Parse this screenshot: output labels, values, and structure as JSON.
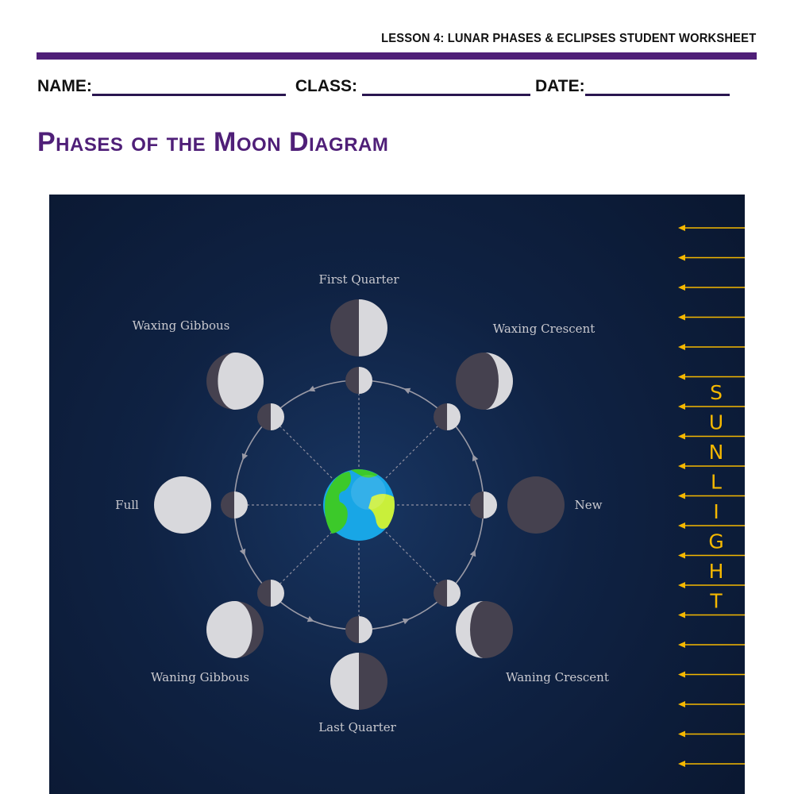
{
  "header": {
    "title": "LESSON 4: LUNAR PHASES & ECLIPSES STUDENT WORKSHEET"
  },
  "fields": {
    "name_label": "NAME:",
    "class_label": "CLASS:",
    "date_label": "DATE:"
  },
  "page_title": "Phases of the Moon Diagram",
  "diagram": {
    "sunlight_letters": [
      "S",
      "U",
      "N",
      "L",
      "I",
      "G",
      "H",
      "T"
    ],
    "colors": {
      "lit": "#d8d8dc",
      "dark": "#45414f",
      "sun": "#f5b800",
      "accent": "#4f1f78"
    },
    "phases": [
      {
        "label": "New",
        "illumination": 0,
        "lit_side": "right"
      },
      {
        "label": "Waxing Crescent",
        "illumination": 0.25,
        "lit_side": "right"
      },
      {
        "label": "First Quarter",
        "illumination": 0.5,
        "lit_side": "right"
      },
      {
        "label": "Waxing Gibbous",
        "illumination": 0.8,
        "lit_side": "right"
      },
      {
        "label": "Full",
        "illumination": 1,
        "lit_side": "right"
      },
      {
        "label": "Waning Gibbous",
        "illumination": 0.8,
        "lit_side": "left"
      },
      {
        "label": "Last Quarter",
        "illumination": 0.5,
        "lit_side": "left"
      },
      {
        "label": "Waning Crescent",
        "illumination": 0.25,
        "lit_side": "left"
      }
    ]
  }
}
